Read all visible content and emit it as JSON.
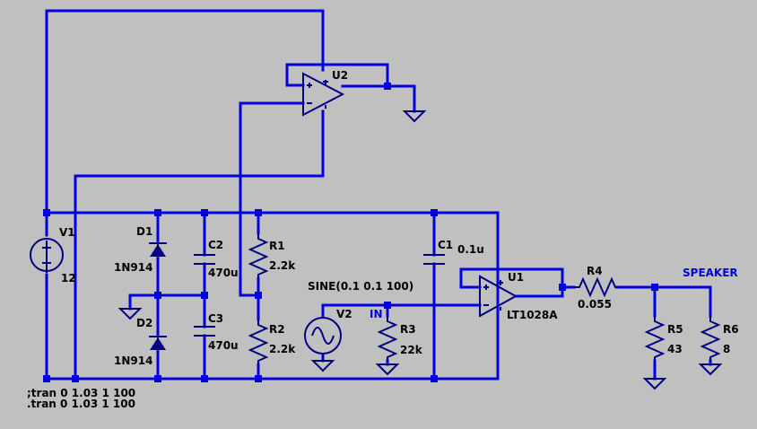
{
  "components": {
    "V1": {
      "ref": "V1",
      "value": "12"
    },
    "D1": {
      "ref": "D1",
      "value": "1N914"
    },
    "D2": {
      "ref": "D2",
      "value": "1N914"
    },
    "C2": {
      "ref": "C2",
      "value": "470u"
    },
    "C3": {
      "ref": "C3",
      "value": "470u"
    },
    "R1": {
      "ref": "R1",
      "value": "2.2k"
    },
    "R2": {
      "ref": "R2",
      "value": "2.2k"
    },
    "V2": {
      "ref": "V2",
      "value": "SINE(0.1 0.1 100)"
    },
    "R3": {
      "ref": "R3",
      "value": "22k"
    },
    "C1": {
      "ref": "C1",
      "value": "0.1u"
    },
    "U1": {
      "ref": "U1",
      "value": "LT1028A"
    },
    "U2": {
      "ref": "U2",
      "value": ""
    },
    "R4": {
      "ref": "R4",
      "value": "0.055"
    },
    "R5": {
      "ref": "R5",
      "value": "43"
    },
    "R6": {
      "ref": "R6",
      "value": "8"
    }
  },
  "net_labels": {
    "in": "IN",
    "speaker": "SPEAKER"
  },
  "directives": [
    ";tran 0 1.03 1 100",
    ".tran 0 1.03 1 100"
  ],
  "colors": {
    "background": "#c0c0c0",
    "wire": "#0000e0",
    "component": "#000080",
    "text": "#000000"
  }
}
